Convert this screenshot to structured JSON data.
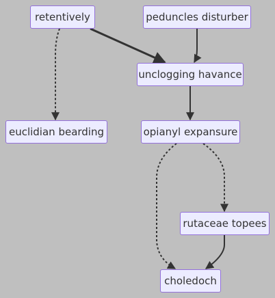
{
  "diagram": {
    "nodes": {
      "retentively": "retentively",
      "peduncles_disturber": "peduncles disturber",
      "unclogging_havance": "unclogging havance",
      "euclidian_bearding": "euclidian bearding",
      "opianyl_expansure": "opianyl expansure",
      "rutaceae_topees": "rutaceae topees",
      "choledoch": "choledoch"
    },
    "edges": [
      {
        "from": "retentively",
        "to": "unclogging_havance",
        "style": "thick"
      },
      {
        "from": "peduncles_disturber",
        "to": "unclogging_havance",
        "style": "solid"
      },
      {
        "from": "retentively",
        "to": "euclidian_bearding",
        "style": "dotted"
      },
      {
        "from": "unclogging_havance",
        "to": "opianyl_expansure",
        "style": "solid"
      },
      {
        "from": "opianyl_expansure",
        "to": "rutaceae_topees",
        "style": "dotted"
      },
      {
        "from": "opianyl_expansure",
        "to": "choledoch",
        "style": "dotted"
      },
      {
        "from": "rutaceae_topees",
        "to": "choledoch",
        "style": "solid"
      }
    ],
    "colors": {
      "background": "#bfbfbf",
      "node_fill": "#ececff",
      "node_border": "#9370db",
      "edge": "#333333",
      "text": "#333333"
    }
  }
}
